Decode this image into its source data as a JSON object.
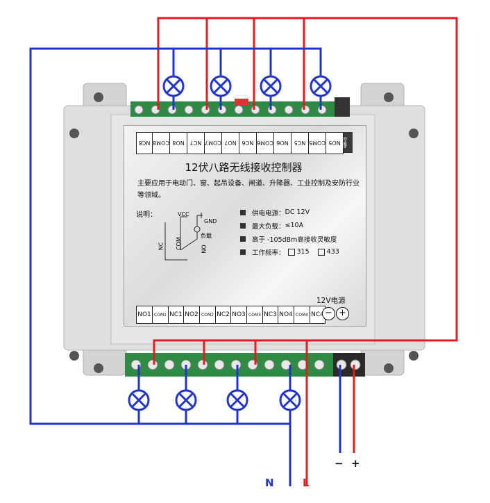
{
  "top_terminals": [
    "NO5",
    "COM5",
    "NC5",
    "NO6",
    "COM6",
    "NC6",
    "NO7",
    "COM7",
    "NC7",
    "NO8",
    "COM8",
    "NC8"
  ],
  "bottom_terminals": [
    "NO1",
    "COM1",
    "NC1",
    "NO2",
    "COM2",
    "NC2",
    "NO3",
    "COM3",
    "NC3",
    "NO4",
    "COM4",
    "NC4"
  ],
  "logo_text": "控睿",
  "title": "12伏八路无线接收控制器",
  "description": "主要应用于电动门、窗、起吊设备、闸道、升降器、工业控制及安防行业等领域。",
  "note_label": "说明：",
  "schematic": {
    "vcc": "VCC",
    "gnd": "GND",
    "load": "负载",
    "nc": "NC",
    "com": "COM",
    "no": "NO"
  },
  "specs": [
    {
      "label": "供电电源：",
      "value": "DC 12V"
    },
    {
      "label": "最大负载：",
      "value": "≤10A"
    },
    {
      "label": "高于 -105dBm高接收灵敏度",
      "value": ""
    },
    {
      "label": "工作频率：",
      "opt1": "315",
      "opt2": "433"
    }
  ],
  "power_label": "12V电源",
  "power_symbols": {
    "minus": "−",
    "plus": "+"
  },
  "wire_labels": {
    "neutral": "N",
    "live": "L",
    "dc_minus": "−",
    "dc_plus": "+"
  },
  "colors": {
    "live_wire": "#e31b23",
    "neutral_wire": "#2235c9",
    "terminal_green": "#2f8a44",
    "housing": "#d9d9d9"
  }
}
